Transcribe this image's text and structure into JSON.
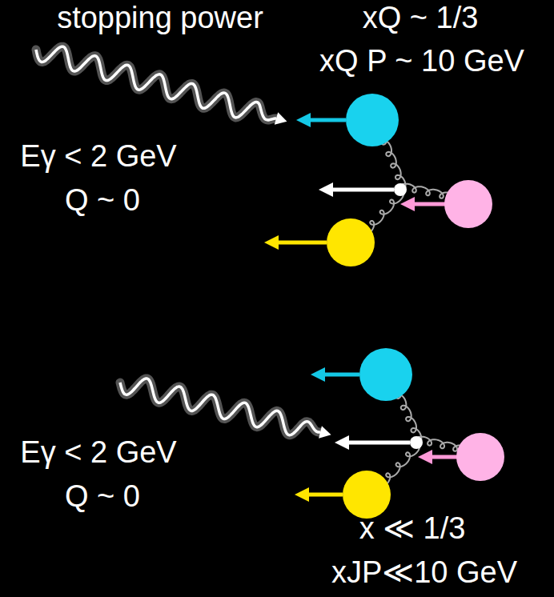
{
  "diagram": {
    "labels": [
      "stopping power",
      "xQ ~ 1/3",
      "xQ P ~ 10 GeV",
      "Eγ < 2 GeV",
      "Q ~ 0",
      "Eγ < 2 GeV",
      "Q ~ 0",
      "x ≪ 1/3",
      "xJP≪10 GeV"
    ]
  }
}
